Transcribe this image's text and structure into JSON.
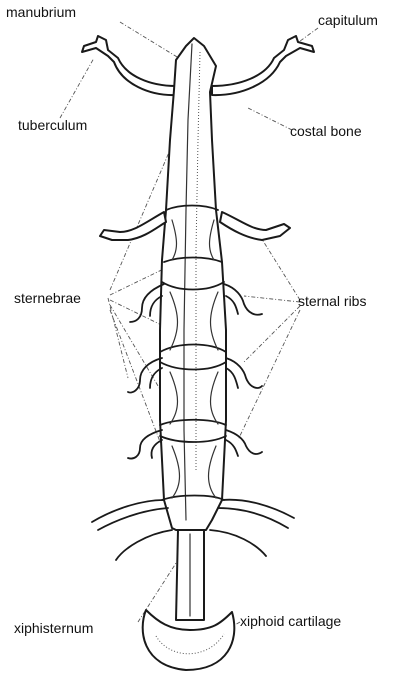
{
  "labels": {
    "manubrium": "manubrium",
    "capitulum": "capitulum",
    "tuberculum": "tuberculum",
    "costal_bone": "costal bone",
    "sternebrae": "sternebrae",
    "sternal_ribs": "sternal ribs",
    "xiphisternum": "xiphisternum",
    "xiphoid_cartilage": "xiphoid cartilage"
  }
}
